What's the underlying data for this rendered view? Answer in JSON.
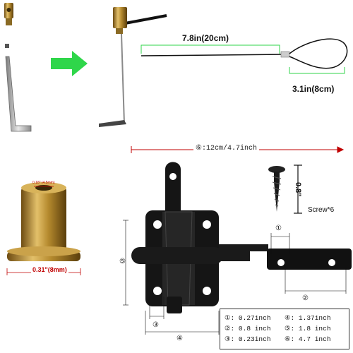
{
  "dimensions": {
    "cable_length": "7.8in(20cm)",
    "loop_length": "3.1in(8cm)",
    "overall_length": "⑥:12cm/4.7inch",
    "screw_length": "0.8\"",
    "screw_qty": "Screw*6",
    "bushing_inner": "0.18\" (4.5mm)",
    "bushing_outer": "0.31\"(8mm)"
  },
  "markers": {
    "m1": "①",
    "m2": "②",
    "m3": "③",
    "m4": "④",
    "m5": "⑤"
  },
  "spec_table": [
    [
      "①: 0.27inch",
      "④: 1.37inch"
    ],
    [
      "②: 0.8 inch",
      "⑤: 1.8 inch"
    ],
    [
      "③: 0.23inch",
      "⑥: 4.7 inch"
    ]
  ],
  "colors": {
    "arrow": "#2fd64a",
    "dimension": "#c00000",
    "hardware": "#111111",
    "brass": "#b58a2e"
  },
  "icons": [
    "arrow-right-icon",
    "brass-set-screw",
    "hex-key",
    "wire-cable",
    "gate-latch",
    "wood-screw",
    "brass-bushing"
  ]
}
